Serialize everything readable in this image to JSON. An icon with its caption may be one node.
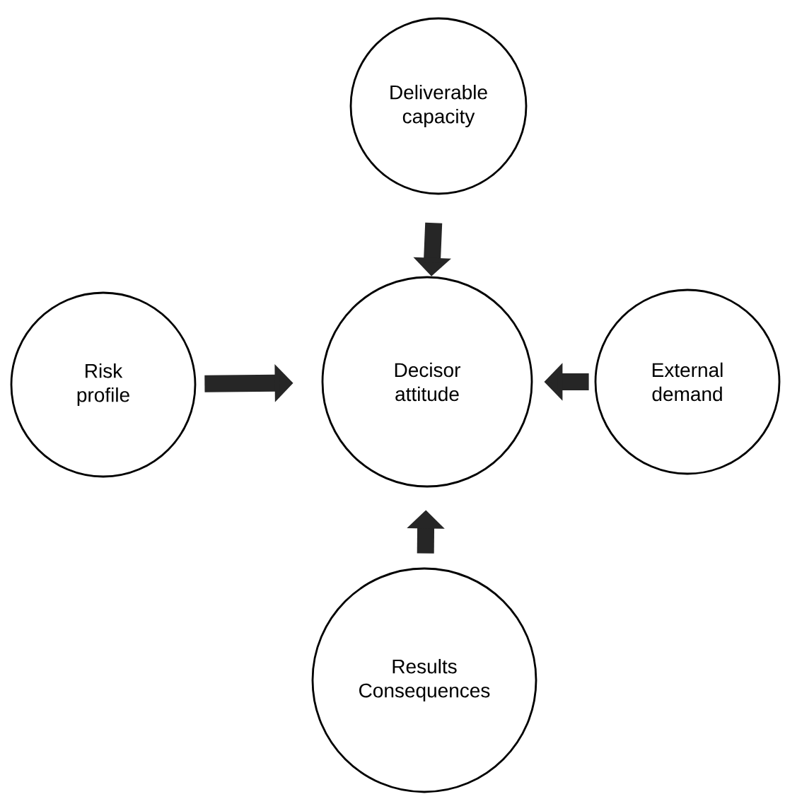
{
  "diagram": {
    "nodes": [
      {
        "text": [
          "Deliverable capacity"
        ]
      },
      {
        "text": [
          "Risk profile"
        ]
      },
      {
        "text": [
          "Decisor attitude"
        ]
      },
      {
        "text": [
          "External demand"
        ]
      },
      {
        "text": [
          "Results Consequences"
        ]
      }
    ],
    "edges": [
      {
        "from": 0,
        "to": 2,
        "arrow": "to"
      },
      {
        "from": 1,
        "to": 2,
        "arrow": "to"
      },
      {
        "from": 3,
        "to": 2,
        "arrow": "to"
      },
      {
        "from": 4,
        "to": 2,
        "arrow": "to"
      }
    ]
  }
}
